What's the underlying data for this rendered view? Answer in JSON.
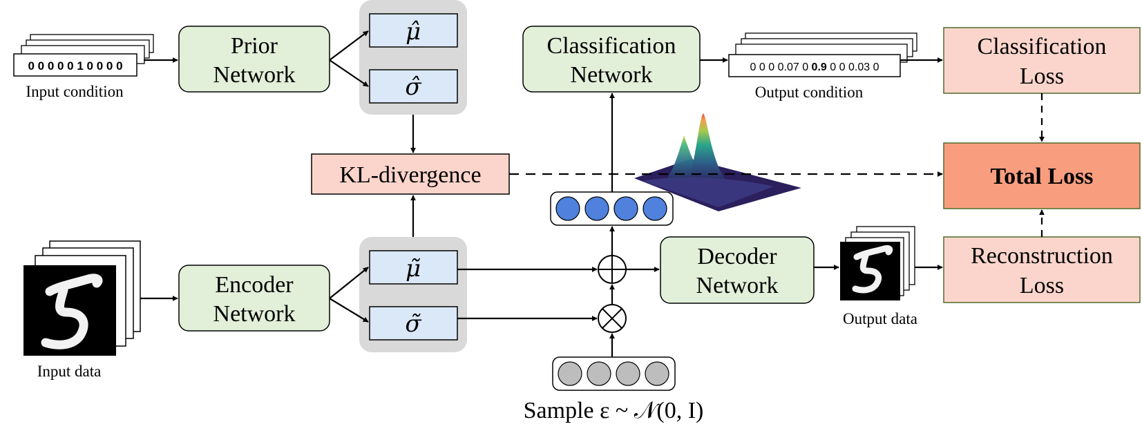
{
  "colors": {
    "network_fill": "#e2efd9",
    "param_fill": "#dae8f7",
    "param_group_fill": "#d9d9d9",
    "loss_fill": "#fbd5cb",
    "total_loss_fill": "#f89e7f",
    "latent_node": "#4f81dd",
    "noise_node": "#bdbdbd"
  },
  "input_condition": {
    "digits": "0 0 0 0 0 1 0 0 0 0",
    "label": "Input condition"
  },
  "prior_network": {
    "line1": "Prior",
    "line2": "Network"
  },
  "prior_params": {
    "mu": "μ̂",
    "sigma": "σ̂"
  },
  "kl": {
    "label": "KL-divergence"
  },
  "input_data": {
    "label": "Input data"
  },
  "encoder_network": {
    "line1": "Encoder",
    "line2": "Network"
  },
  "posterior_params": {
    "mu": "μ̃",
    "sigma": "σ̃"
  },
  "classification_network": {
    "line1": "Classification",
    "line2": "Network"
  },
  "output_condition": {
    "values": [
      "0",
      "0",
      "0",
      "0.07",
      "0",
      "0.9",
      "0",
      "0",
      "0.03",
      "0"
    ],
    "label": "Output condition"
  },
  "decoder_network": {
    "line1": "Decoder",
    "line2": "Network"
  },
  "output_data": {
    "label": "Output data"
  },
  "sample": {
    "label": "Sample ε ~ 𝒩(0, I)"
  },
  "classification_loss": {
    "line1": "Classification",
    "line2": "Loss"
  },
  "total_loss": {
    "label": "Total Loss"
  },
  "reconstruction_loss": {
    "line1": "Reconstruction",
    "line2": "Loss"
  },
  "operators": {
    "add": "⊕",
    "multiply": "⊗"
  }
}
